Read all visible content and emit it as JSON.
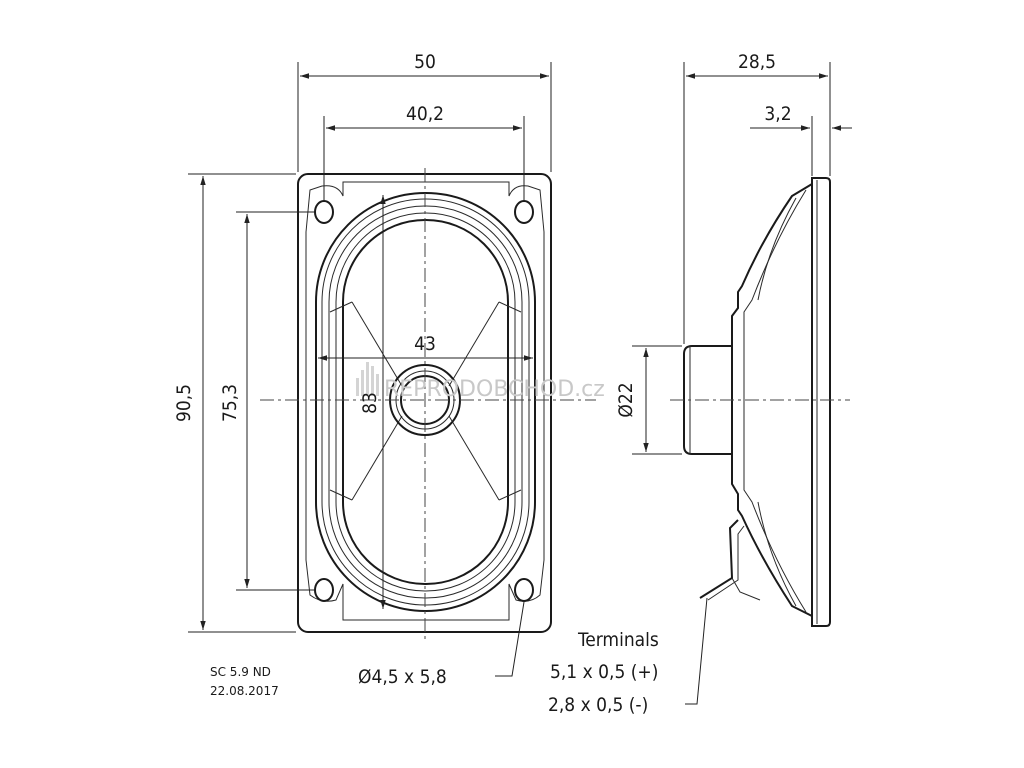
{
  "dimensions": {
    "width_outer": "50",
    "width_inner": "40,2",
    "depth": "28,5",
    "flange": "3,2",
    "height_outer": "90,5",
    "height_holes": "75,3",
    "cone_width": "43",
    "cone_height": "83",
    "magnet_diameter": "Ø22",
    "hole_size": "Ø4,5 x 5,8"
  },
  "terminals": {
    "title": "Terminals",
    "positive": "5,1 x 0,5 (+)",
    "negative": "2,8 x 0,5 (-)"
  },
  "model": {
    "name": "SC 5.9 ND",
    "date": "22.08.2017"
  },
  "watermark": "REPRODOBCHOD.cz"
}
